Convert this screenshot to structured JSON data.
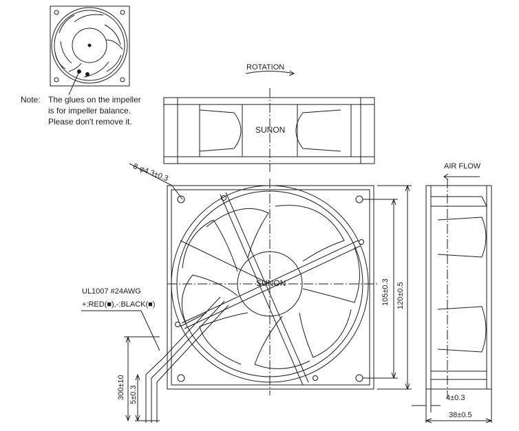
{
  "note": {
    "label": "Note:",
    "lines": [
      "The glues on the impeller",
      "is for impeller balance.",
      "Please don't remove it."
    ]
  },
  "labels": {
    "rotation": "ROTATION",
    "air_flow": "AIR FLOW",
    "brand_top": "SUNON",
    "brand_front": "SUNON",
    "holes": "8-φ4.3±0.3",
    "cable_type": "UL1007 #24AWG",
    "wire_colors": "+:RED(■),-:BLACK(■)"
  },
  "dimensions": {
    "hole_pitch": "105±0.3",
    "frame_size": "120±0.5",
    "lead_length": "300±10",
    "strip_length": "5±0.3",
    "flange_thickness": "4±0.3",
    "depth": "38±0.5"
  },
  "colors": {
    "line": "#1a1a1a",
    "background": "#ffffff"
  }
}
